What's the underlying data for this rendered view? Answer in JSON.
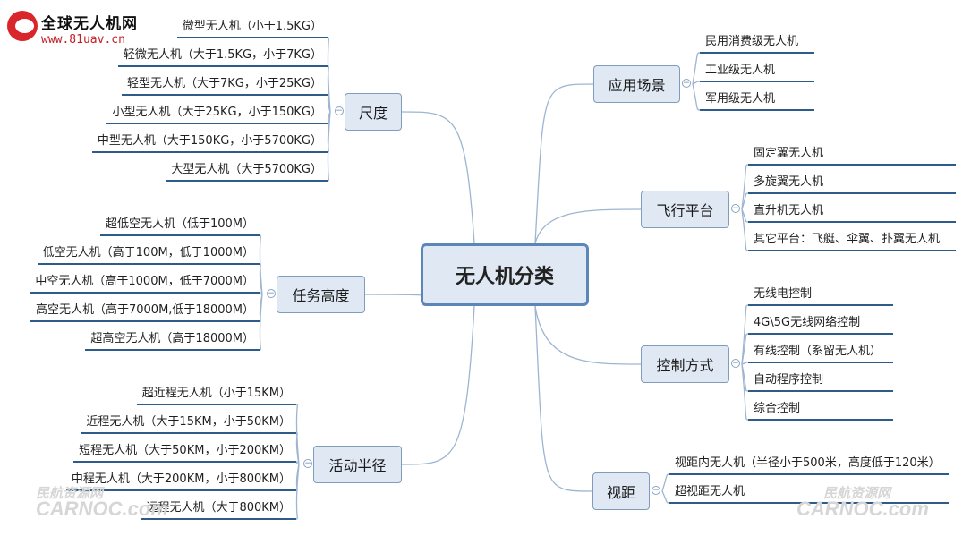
{
  "logo": {
    "title": "全球无人机网",
    "url": "www.81uav.cn"
  },
  "center": {
    "label": "无人机分类"
  },
  "branches": {
    "scale": {
      "label": "尺度",
      "leaves": [
        "微型无人机（小于1.5KG）",
        "轻微无人机（大于1.5KG，小于7KG）",
        "轻型无人机（大于7KG，小于25KG）",
        "小型无人机（大于25KG，小于150KG）",
        "中型无人机（大于150KG，小于5700KG）",
        "大型无人机（大于5700KG）"
      ]
    },
    "altitude": {
      "label": "任务高度",
      "leaves": [
        "超低空无人机（低于100M）",
        "低空无人机（高于100M，低于1000M）",
        "中空无人机（高于1000M，低于7000M）",
        "高空无人机（高于7000M,低于18000M）",
        "超高空无人机（高于18000M）"
      ]
    },
    "radius": {
      "label": "活动半径",
      "leaves": [
        "超近程无人机（小于15KM）",
        "近程无人机（大于15KM，小于50KM）",
        "短程无人机（大于50KM，小于200KM）",
        "中程无人机（大于200KM，小于800KM）",
        "远程无人机（大于800KM）"
      ]
    },
    "application": {
      "label": "应用场景",
      "leaves": [
        "民用消费级无人机",
        "工业级无人机",
        "军用级无人机"
      ]
    },
    "platform": {
      "label": "飞行平台",
      "leaves": [
        "固定翼无人机",
        "多旋翼无人机",
        "直升机无人机",
        "其它平台：飞艇、伞翼、扑翼无人机"
      ]
    },
    "control": {
      "label": "控制方式",
      "leaves": [
        "无线电控制",
        "4G\\5G无线网络控制",
        "有线控制（系留无人机）",
        "自动程序控制",
        "综合控制"
      ]
    },
    "range": {
      "label": "视距",
      "leaves": [
        "视距内无人机（半径小于500米，高度低于120米）",
        "超视距无人机"
      ]
    }
  },
  "watermarks": {
    "left_cn": "民航资源网",
    "left_en": "CARNOC.com",
    "right_cn": "民航资源网",
    "right_en": "CARNOC.com"
  },
  "colors": {
    "node_fill": "#dfe8f3",
    "node_border": "#7f9cbd",
    "center_border": "#5b87b8",
    "line": "#2e5c8a",
    "curve": "#9db5d1",
    "logo_red": "#d9262c"
  }
}
